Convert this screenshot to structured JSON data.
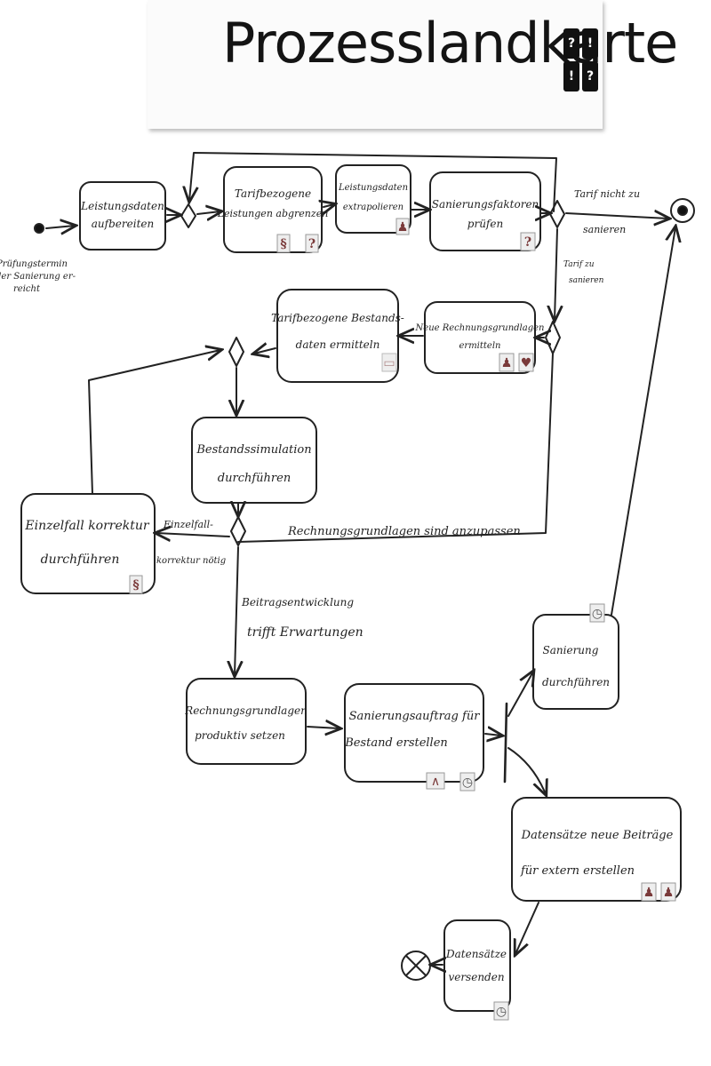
{
  "title": "Prozesslandkarte",
  "logo": [
    "?",
    "!",
    "!",
    "?"
  ],
  "nodes": {
    "start_note": [
      "Prüfungstermin",
      "der Sanierung er-",
      "reicht"
    ],
    "n1": [
      "Leistungsdaten",
      "aufbereiten"
    ],
    "n2": [
      "Tarifbezogene",
      "Leistungen abgrenzen"
    ],
    "n3": [
      "Leistungsdaten",
      "extrapolieren"
    ],
    "n4": [
      "Sanierungsfaktoren",
      "prüfen"
    ],
    "n5": [
      "Neue Rechnungsgrundlagen",
      "ermitteln"
    ],
    "n6": [
      "Tarifbezogene Bestands-",
      "daten ermitteln"
    ],
    "n7": [
      "Bestandssimulation",
      "durchführen"
    ],
    "n8": [
      "Einzelfall korrektur",
      "durchführen"
    ],
    "n9": [
      "Rechnungsgrundlagen",
      "produktiv setzen"
    ],
    "n10": [
      "Sanierungsauftrag für",
      "Bestand erstellen"
    ],
    "n11": [
      "Sanierung",
      "durchführen"
    ],
    "n12": [
      "Datensätze neue Beiträge",
      "für extern erstellen"
    ],
    "n13": [
      "Datensätze",
      "versenden"
    ]
  },
  "edges": {
    "tarif_nicht": [
      "Tarif nicht zu",
      "sanieren"
    ],
    "tarif_zu": [
      "Tarif zu",
      "sanieren"
    ],
    "einzelfall": [
      "Einzelfall-",
      "korrektur nötig"
    ],
    "anpassen": "Rechnungsgrundlagen sind anzupassen",
    "erwartungen": [
      "Beitragsentwicklung",
      "trifft Erwartungen"
    ]
  },
  "badges": {
    "paragraph": "§",
    "question": "?",
    "person": "♟",
    "heart": "♥",
    "clock": "◷",
    "chart": "∧",
    "doc": "▭"
  }
}
